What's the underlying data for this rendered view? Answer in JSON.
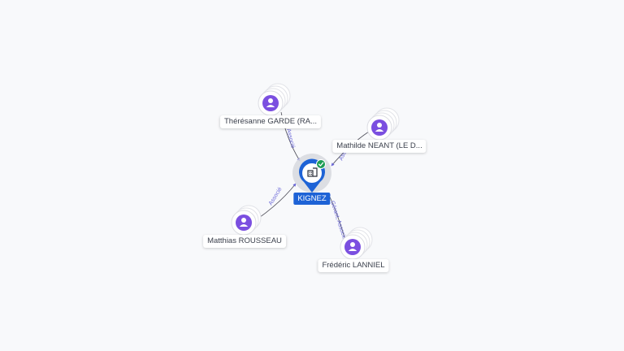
{
  "colors": {
    "person_node": "#7b4fe0",
    "edge": "#4f4f5a",
    "edge_label": "#6b68d8",
    "company_pin": "#1e63d6",
    "verified_badge": "#1f9d55"
  },
  "company": {
    "label": "KIGNEZ",
    "icon": "building-icon",
    "badge_icon": "check-badge-icon"
  },
  "persons": [
    {
      "label": "Thérésanne GARDE (RA...",
      "icon": "person-icon",
      "relation": "Associé"
    },
    {
      "label": "Mathilde NEANT (LE D...",
      "icon": "person-icon",
      "relation": "Associé"
    },
    {
      "label": "Matthias ROUSSEAU",
      "icon": "person-icon",
      "relation": "Associé"
    },
    {
      "label": "Frédéric LANNIEL",
      "icon": "person-icon",
      "relation": "Gérant, Associé"
    }
  ]
}
